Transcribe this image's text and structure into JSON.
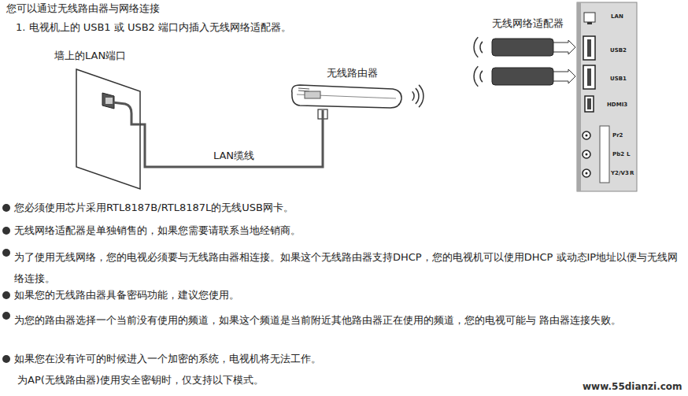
{
  "diagram": {
    "title": "您可以通过无线路由器与网络连接",
    "nodes": [
      {
        "text": [
          "墙上的LAN端口"
        ]
      },
      {
        "text": [
          "无线路由器"
        ]
      }
    ],
    "edges": [
      {
        "from": 0,
        "to": 1,
        "label": "LAN缆线",
        "arrow": "none"
      }
    ],
    "labels": [
      "1. 电视机上的 USB1 或 USB2 端口内插入无线网络适配器。",
      "无线网络适配器",
      "LAN",
      "USB2",
      "USB1",
      "HDMI3",
      "Pr2",
      "Pb2",
      "L",
      "Y2/V3",
      "R",
      "您必须使用芯片采用RTL8187B/RTL8187L的无线USB网卡。",
      "无线网络适配器是单独销售的，如果您需要请联系当地经销商。",
      "为了使用无线网络，您的电视必须要与无线路由器相连接。如果这个无线路由器支持DHCP，您的电视机可以使用DHCP 或动态IP地址以便与无线网络连接。",
      "如果您的无线路由器具备密码功能，建议您使用。",
      "为您的路由器选择一个当前没有使用的频道，如果这个频道是当前附近其他路由器正在使用的频道，您的电视可能与 路由器连接失败。",
      "如果您在没有许可的时候进入一个加密的系统，电视机将无法工作。",
      "为AP(无线路由器)使用安全密钥时，仅支持以下模式。",
      "www.55dianzi.com"
    ]
  }
}
